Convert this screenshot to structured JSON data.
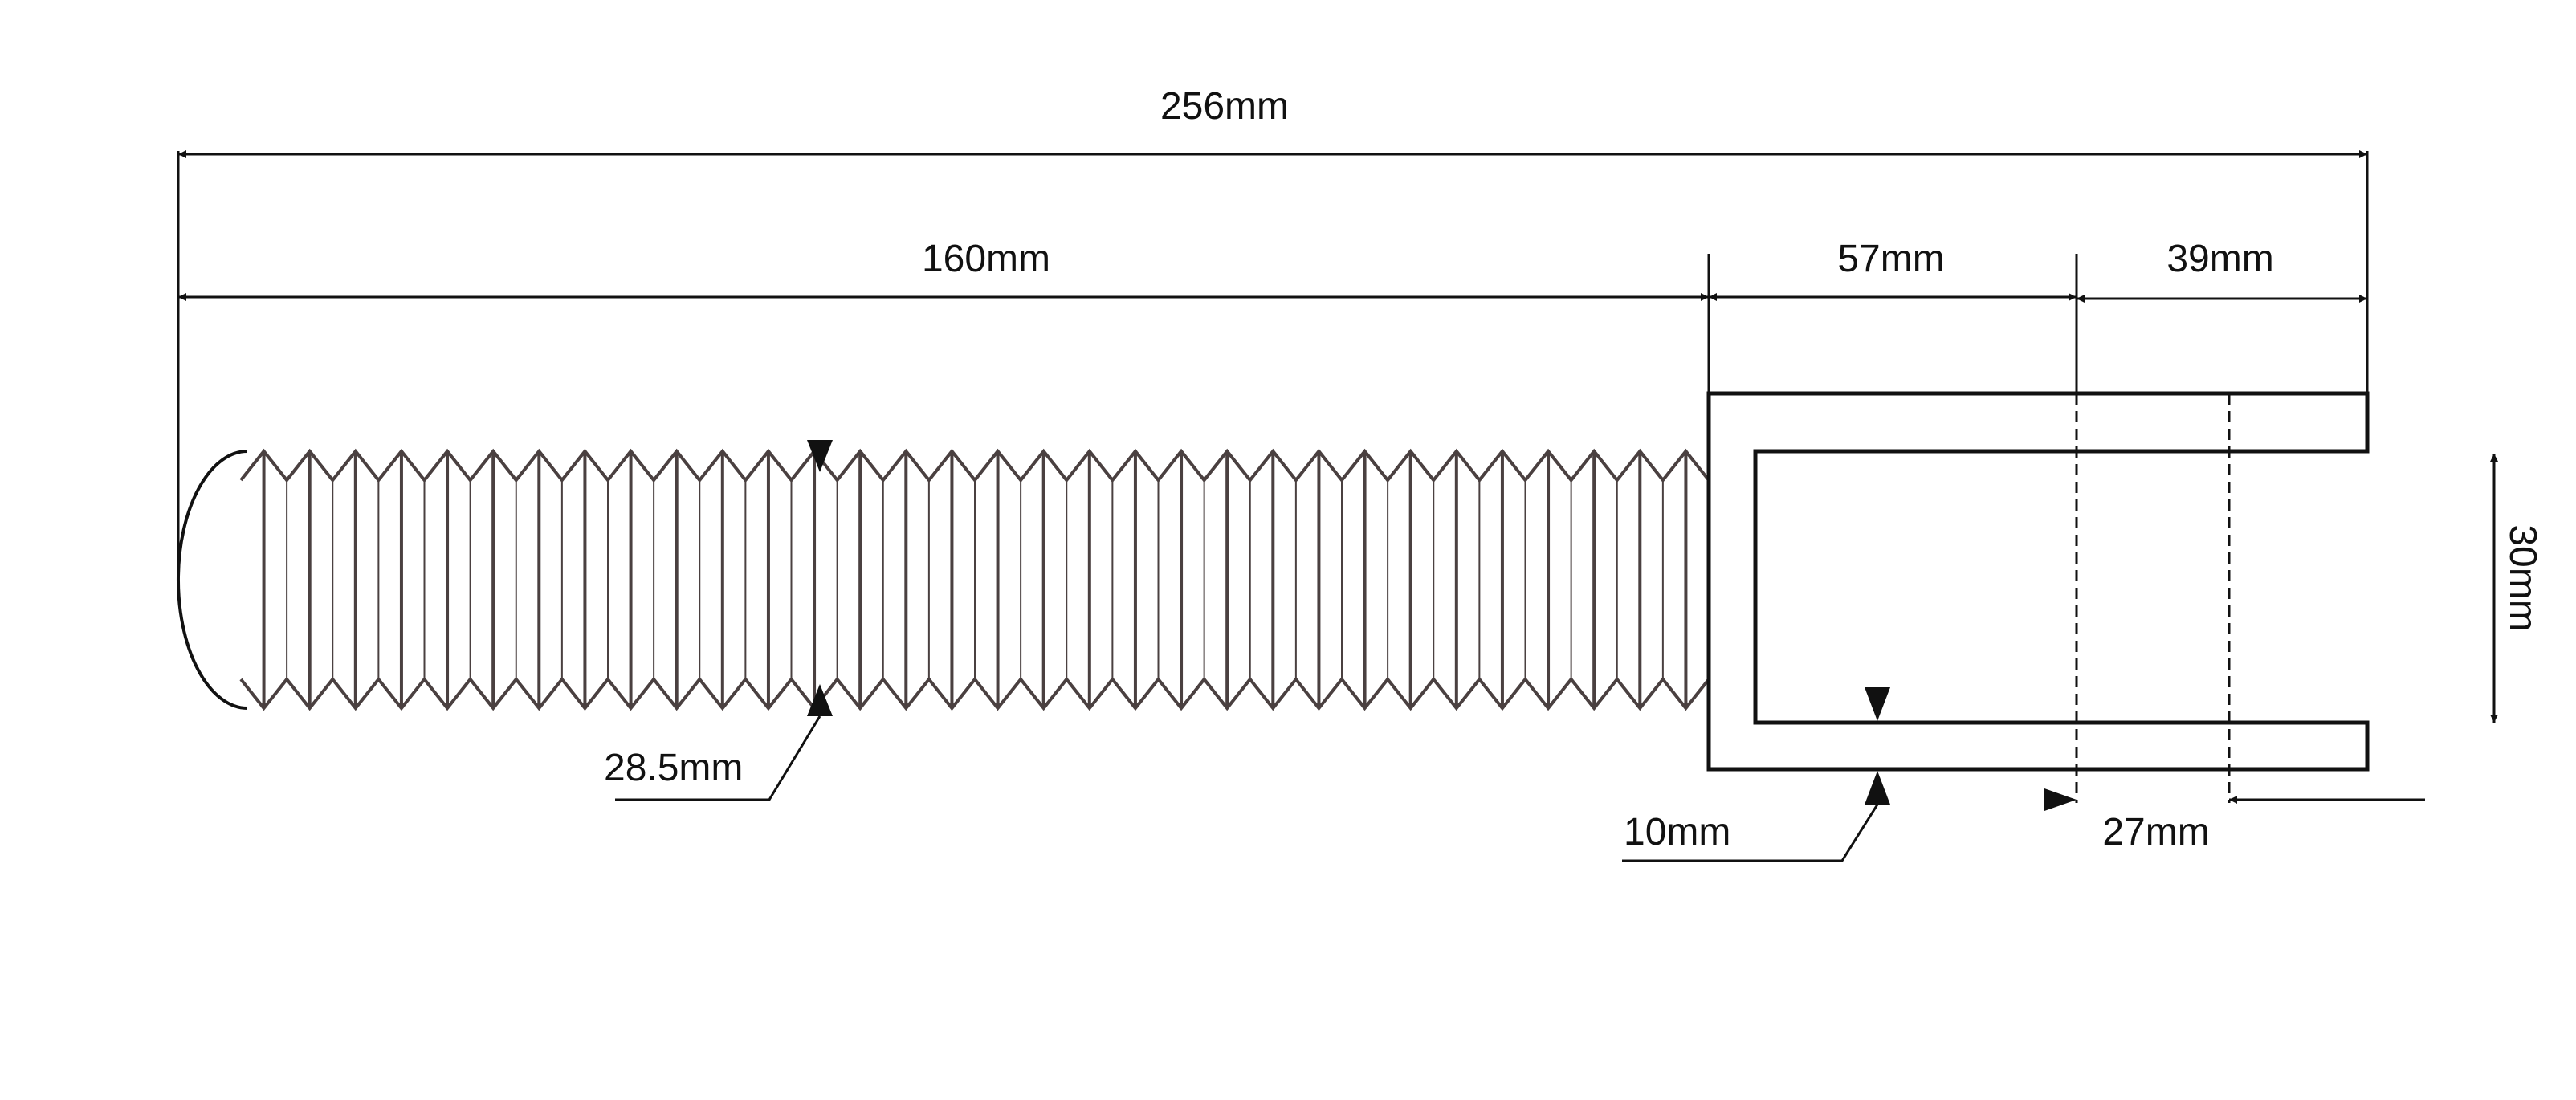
{
  "drawing": {
    "colors": {
      "line": "#111111",
      "thread": "#4a4040",
      "background": "#ffffff"
    },
    "dimensions": {
      "overall_length": "256mm",
      "thread_length": "160mm",
      "clevis_base_length": "57mm",
      "clevis_tip_length": "39mm",
      "thread_diameter": "28.5mm",
      "slot_width": "30mm",
      "wall_thickness": "10mm",
      "slot_offset": "27mm"
    }
  }
}
